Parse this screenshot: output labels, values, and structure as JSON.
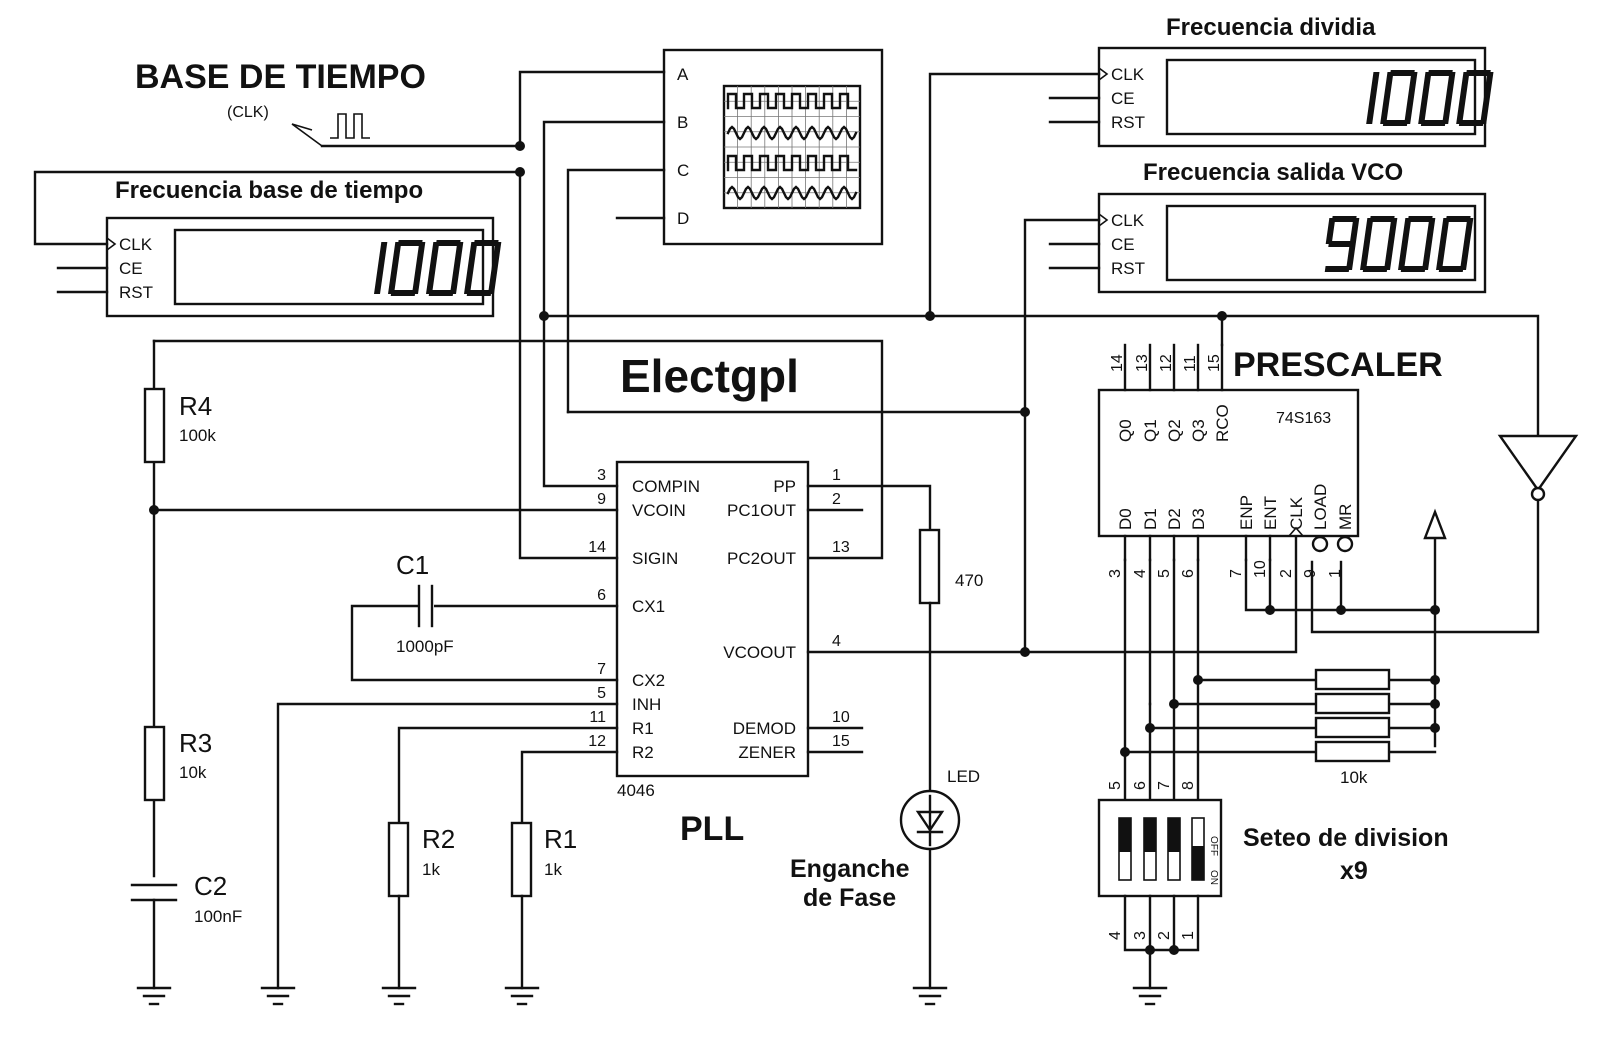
{
  "headings": {
    "time_base": "BASE DE TIEMPO",
    "clk_label": "(CLK)",
    "brand": "Electgpl",
    "pll": "PLL",
    "prescaler": "PRESCALER",
    "phase_lock_1": "Enganche",
    "phase_lock_2": "de Fase",
    "division_1": "Seteo de division",
    "division_2": "x9"
  },
  "counters": {
    "time_base": {
      "title": "Frecuencia base de tiempo",
      "value": "1000",
      "pins": [
        "CLK",
        "CE",
        "RST"
      ]
    },
    "divided": {
      "title": "Frecuencia dividia",
      "value": "1000",
      "pins": [
        "CLK",
        "CE",
        "RST"
      ]
    },
    "vco_out": {
      "title": "Frecuencia salida VCO",
      "value": "9000",
      "pins": [
        "CLK",
        "CE",
        "RST"
      ]
    }
  },
  "scope": {
    "channels": [
      "A",
      "B",
      "C",
      "D"
    ]
  },
  "pll_chip": {
    "part": "4046",
    "left_pins": [
      {
        "num": "3",
        "name": "COMPIN"
      },
      {
        "num": "9",
        "name": "VCOIN"
      },
      {
        "num": "14",
        "name": "SIGIN"
      },
      {
        "num": "6",
        "name": "CX1"
      },
      {
        "num": "7",
        "name": "CX2"
      },
      {
        "num": "5",
        "name": "INH"
      },
      {
        "num": "11",
        "name": "R1"
      },
      {
        "num": "12",
        "name": "R2"
      }
    ],
    "right_pins": [
      {
        "num": "1",
        "name": "PP"
      },
      {
        "num": "2",
        "name": "PC1OUT"
      },
      {
        "num": "13",
        "name": "PC2OUT"
      },
      {
        "num": "4",
        "name": "VCOOUT"
      },
      {
        "num": "10",
        "name": "DEMOD"
      },
      {
        "num": "15",
        "name": "ZENER"
      }
    ]
  },
  "counter_chip": {
    "part": "74S163",
    "top_pins": [
      {
        "num": "14",
        "name": "Q0"
      },
      {
        "num": "13",
        "name": "Q1"
      },
      {
        "num": "12",
        "name": "Q2"
      },
      {
        "num": "11",
        "name": "Q3"
      },
      {
        "num": "15",
        "name": "RCO"
      }
    ],
    "bottom_pins": [
      {
        "num": "3",
        "name": "D0"
      },
      {
        "num": "4",
        "name": "D1"
      },
      {
        "num": "5",
        "name": "D2"
      },
      {
        "num": "6",
        "name": "D3"
      },
      {
        "num": "7",
        "name": "ENP"
      },
      {
        "num": "10",
        "name": "ENT"
      },
      {
        "num": "2",
        "name": "CLK"
      },
      {
        "num": "9",
        "name": "LOAD"
      },
      {
        "num": "1",
        "name": "MR"
      }
    ]
  },
  "components": {
    "r4": {
      "ref": "R4",
      "value": "100k"
    },
    "r3": {
      "ref": "R3",
      "value": "10k"
    },
    "r2": {
      "ref": "R2",
      "value": "1k"
    },
    "r1": {
      "ref": "R1",
      "value": "1k"
    },
    "c1": {
      "ref": "C1",
      "value": "1000pF"
    },
    "c2": {
      "ref": "C2",
      "value": "100nF"
    },
    "r_led": {
      "value": "470"
    },
    "led": {
      "ref": "LED"
    },
    "pullups": {
      "value": "10k"
    }
  },
  "dip_switch": {
    "top_pins": [
      "5",
      "6",
      "7",
      "8"
    ],
    "bottom_pins": [
      "4",
      "3",
      "2",
      "1"
    ],
    "off_label": "OFF",
    "on_label": "ON"
  }
}
